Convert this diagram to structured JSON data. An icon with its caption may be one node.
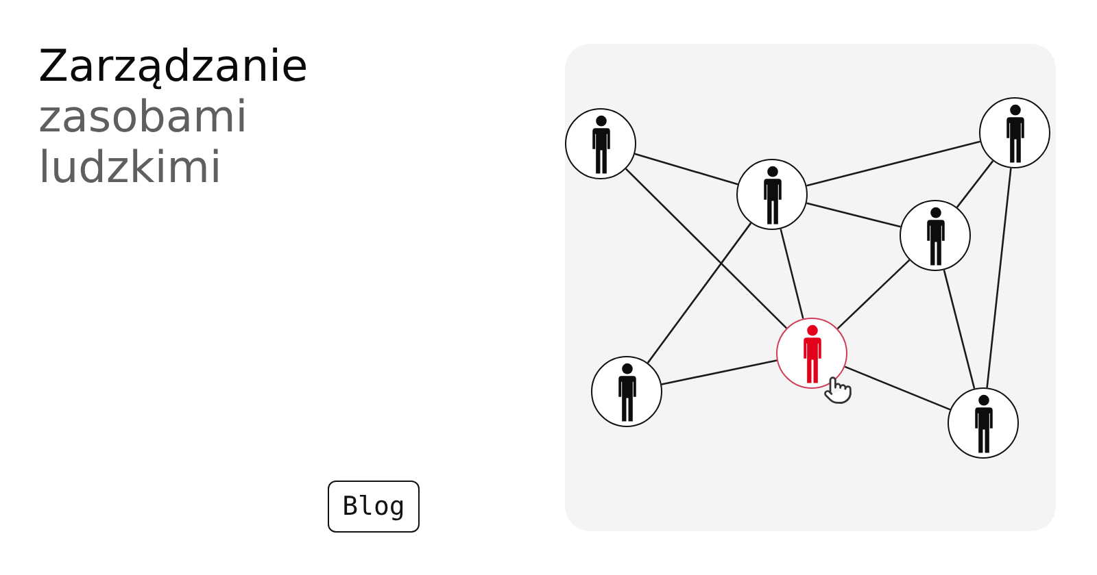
{
  "diagram": {
    "title": "Zarządzanie zasobami ludzkimi",
    "nodes": [
      {
        "text": [],
        "shape": "person"
      },
      {
        "text": [],
        "shape": "person"
      },
      {
        "text": [],
        "shape": "person"
      },
      {
        "text": [],
        "shape": "person"
      },
      {
        "text": [],
        "shape": "person"
      },
      {
        "text": [],
        "shape": "person"
      },
      {
        "text": [],
        "shape": "person"
      }
    ],
    "edges": [
      {
        "from": 0,
        "to": 2,
        "arrow": "none"
      },
      {
        "from": 0,
        "to": 3,
        "arrow": "none"
      },
      {
        "from": 2,
        "to": 6,
        "arrow": "none"
      },
      {
        "from": 2,
        "to": 4,
        "arrow": "none"
      },
      {
        "from": 2,
        "to": 3,
        "arrow": "none"
      },
      {
        "from": 1,
        "to": 2,
        "arrow": "none"
      },
      {
        "from": 4,
        "to": 6,
        "arrow": "none"
      },
      {
        "from": 5,
        "to": 6,
        "arrow": "none"
      },
      {
        "from": 3,
        "to": 4,
        "arrow": "none"
      },
      {
        "from": 4,
        "to": 5,
        "arrow": "none"
      },
      {
        "from": 1,
        "to": 3,
        "arrow": "none"
      },
      {
        "from": 3,
        "to": 5,
        "arrow": "none"
      }
    ],
    "labels": [
      "Blog"
    ]
  }
}
